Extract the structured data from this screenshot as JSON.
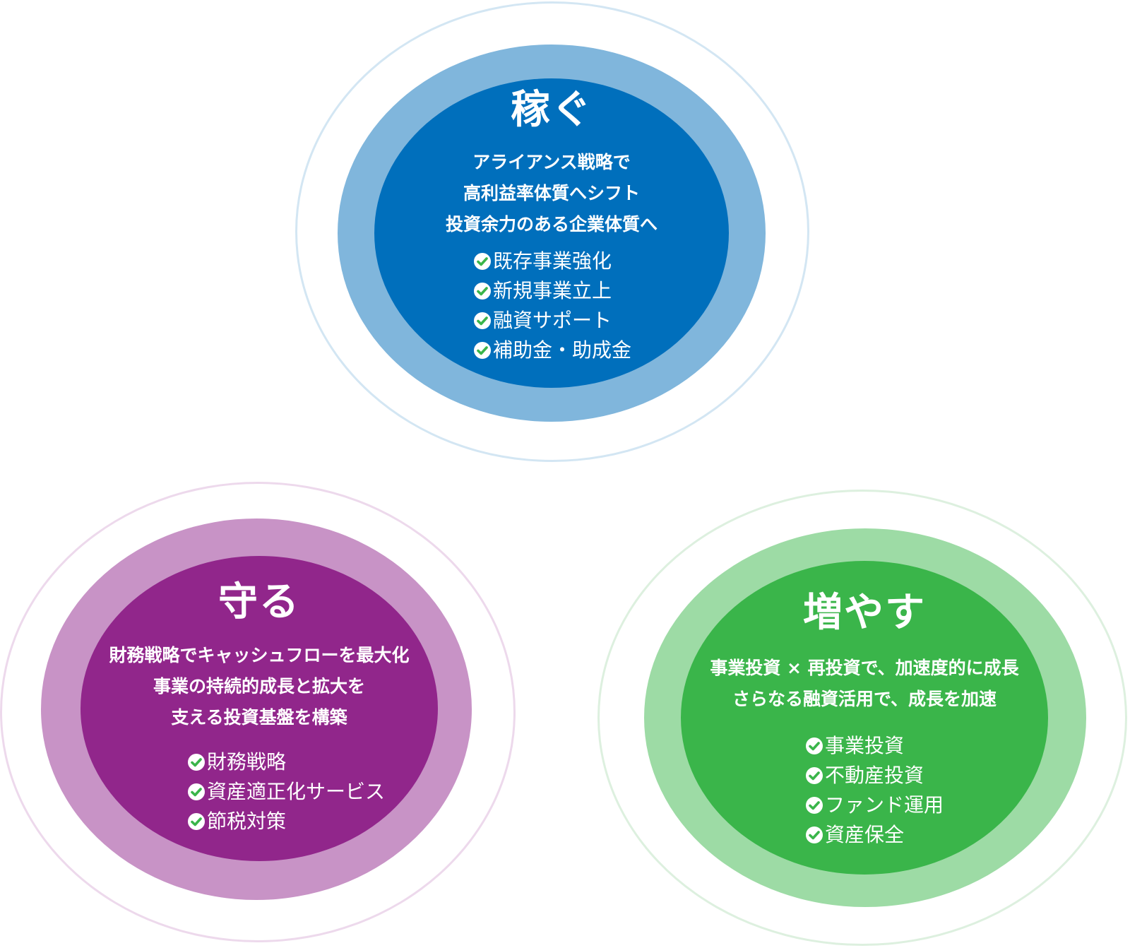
{
  "circles": {
    "kasegu": {
      "title": "稼ぐ",
      "description": [
        "アライアンス戦略で",
        "高利益率体質へシフト",
        "投資余力のある企業体質へ"
      ],
      "items": [
        "既存事業強化",
        "新規事業立上",
        "融資サポート",
        "補助金・助成金"
      ],
      "colors": {
        "inner": "#006fbc",
        "middle": "#80b6dc",
        "outline": "#d3e6f3"
      }
    },
    "mamoru": {
      "title": "守る",
      "description": [
        "財務戦略でキャッシュフローを最大化",
        "事業の持続的成長と拡大を",
        "支える投資基盤を構築"
      ],
      "items": [
        "財務戦略",
        "資産適正化サービス",
        "節税対策"
      ],
      "colors": {
        "inner": "#91268b",
        "middle": "#c893c6",
        "outline": "#edd9ec"
      }
    },
    "fuyasu": {
      "title": "増やす",
      "description": [
        "事業投資 × 再投資で、加速度的に成長",
        "さらなる融資活用で、成長を加速"
      ],
      "items": [
        "事業投資",
        "不動産投資",
        "ファンド運用",
        "資産保全"
      ],
      "colors": {
        "inner": "#3ab54a",
        "middle": "#9ddba5",
        "outline": "#ddf0df"
      }
    }
  },
  "check_icon": {
    "name": "check-circle-icon",
    "color": "#3ab54a"
  }
}
